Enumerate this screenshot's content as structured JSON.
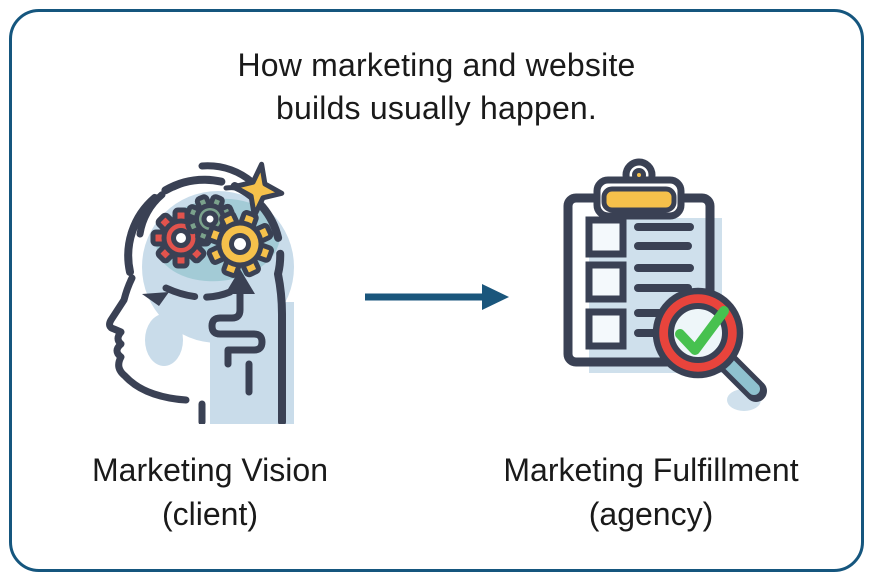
{
  "colors": {
    "frame": "#15567e",
    "navy": "#3a4154",
    "lightblue": "#c9dcea",
    "brain": "#a3cbd6",
    "yellow": "#f6c14b",
    "red": "#e2534d",
    "sage": "#7ba28c",
    "magred": "#e8443c",
    "green": "#47c14f",
    "handle": "#8fc2cf",
    "boxfill": "#f4f9fc",
    "shadow": "#cfe0ec",
    "arrow": "#1a567c",
    "text": "#1a1a1a"
  },
  "title": {
    "line1": "How marketing and website",
    "line2": "builds usually happen."
  },
  "left_item": {
    "icon": "head-gears-icon",
    "label_line1": "Marketing Vision",
    "label_line2": "(client)"
  },
  "right_item": {
    "icon": "clipboard-checklist-icon",
    "label_line1": "Marketing Fulfillment",
    "label_line2": "(agency)"
  },
  "arrow": {
    "icon": "right-arrow-icon",
    "direction": "right"
  }
}
